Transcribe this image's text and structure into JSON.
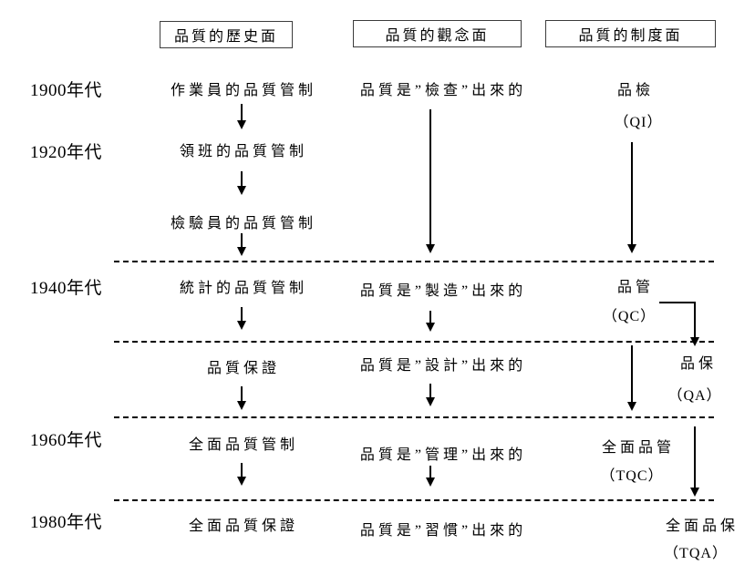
{
  "diagram": {
    "column_headers": [
      {
        "label": "品質的歷史面"
      },
      {
        "label": "品質的觀念面"
      },
      {
        "label": "品質的制度面"
      }
    ],
    "year_labels": [
      {
        "label": "1900年代"
      },
      {
        "label": "1920年代"
      },
      {
        "label": "1940年代"
      },
      {
        "label": "1960年代"
      },
      {
        "label": "1980年代"
      }
    ],
    "history_items": [
      {
        "label": "作業員的品質管制"
      },
      {
        "label": "領班的品質管制"
      },
      {
        "label": "檢驗員的品質管制"
      },
      {
        "label": "統計的品質管制"
      },
      {
        "label": "品質保證"
      },
      {
        "label": "全面品質管制"
      },
      {
        "label": "全面品質保證"
      }
    ],
    "concept_items": [
      {
        "label": "品質是”檢查”出來的"
      },
      {
        "label": "品質是”製造”出來的"
      },
      {
        "label": "品質是”設計”出來的"
      },
      {
        "label": "品質是”管理”出來的"
      },
      {
        "label": "品質是”習慣”出來的"
      }
    ],
    "system_items": [
      {
        "name": "品檢",
        "abbr": "（QI）"
      },
      {
        "name": "品管",
        "abbr": "（QC）"
      },
      {
        "name": "品保",
        "abbr": "（QA）"
      },
      {
        "name": "全面品管",
        "abbr": "（TQC）"
      },
      {
        "name": "全面品保",
        "abbr": "（TQA）"
      }
    ],
    "colors": {
      "ink": "#000000",
      "background": "#ffffff"
    }
  }
}
